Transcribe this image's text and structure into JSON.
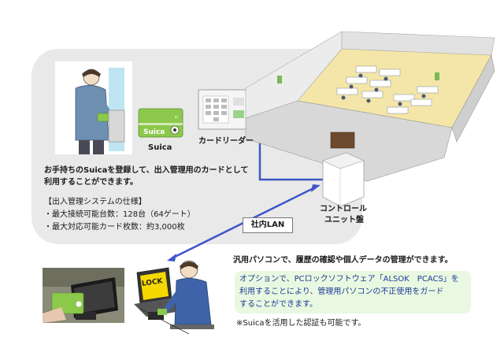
{
  "labels": {
    "suica_card": "Suica",
    "card_reader": "カードリーダー",
    "control_unit_line1": "コントロール",
    "control_unit_line2": "ユニット盤",
    "lan": "社内LAN",
    "lock_screen": "LOCK"
  },
  "card": {
    "logo": "Suica",
    "small": "ㅁ"
  },
  "description": {
    "line1": "お手持ちのSuicaを登録して、出入管理用のカードとして",
    "line2": "利用することができます。"
  },
  "spec": {
    "title": "【出入管理システムの仕様】",
    "items": [
      "・最大接続可能台数：128台（64ゲート）",
      "・最大対応可能カード枚数：約3,000枚"
    ]
  },
  "pc": {
    "heading": "汎用パソコンで、履歴の確認や個人データの管理ができます。",
    "option_line1": "オプションで、PCロックソフトウェア「ALSOK　PCACS」を",
    "option_line2": "利用することにより、管理用パソコンの不正使用をガード",
    "option_line3": "することができます。",
    "note": "※Suicaを活用した認証も可能です。"
  },
  "colors": {
    "panel": "#e9e9e9",
    "card_green": "#8cc84b",
    "line_blue": "#3d57c8",
    "option_box": "#e9f8e0",
    "floor": "#f4e6a8"
  }
}
